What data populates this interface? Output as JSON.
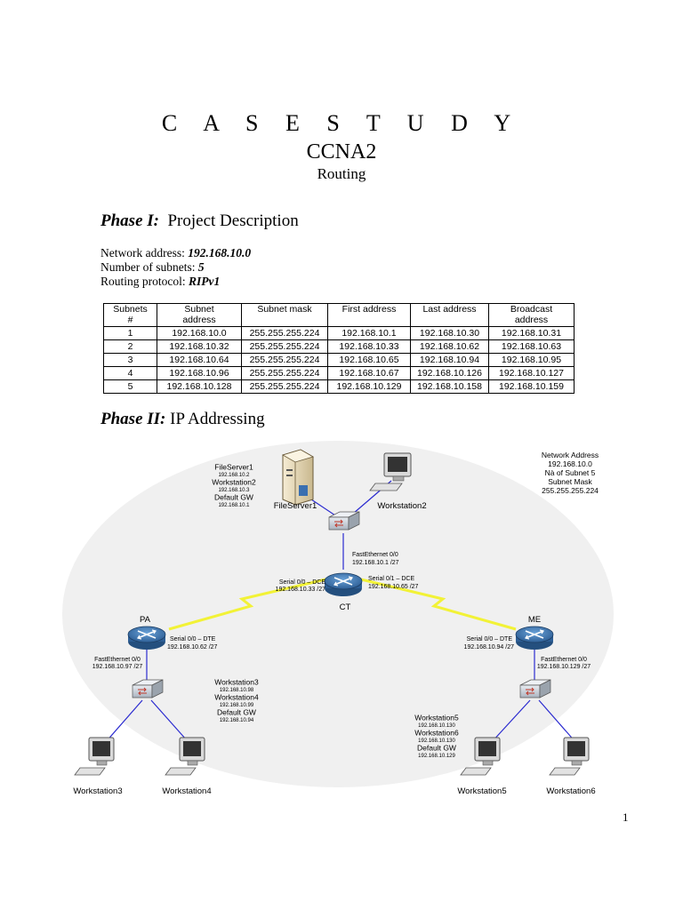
{
  "header": {
    "title": "C A S E  S T U D Y",
    "course": "CCNA2",
    "subtitle": "Routing"
  },
  "phase1": {
    "label": "Phase I:",
    "title": "Project Description",
    "network_label": "Network  address: ",
    "network_value": "192.168.10.0",
    "subnets_label": "Number of subnets: ",
    "subnets_value": "5",
    "protocol_label": "Routing protocol: ",
    "protocol_value": "RIPv1"
  },
  "table": {
    "headers": [
      "Subnets\n#",
      "Subnet\naddress",
      "Subnet mask",
      "First address",
      "Last address",
      "Broadcast\naddress"
    ],
    "rows": [
      [
        "1",
        "192.168.10.0",
        "255.255.255.224",
        "192.168.10.1",
        "192.168.10.30",
        "192.168.10.31"
      ],
      [
        "2",
        "192.168.10.32",
        "255.255.255.224",
        "192.168.10.33",
        "192.168.10.62",
        "192.168.10.63"
      ],
      [
        "3",
        "192.168.10.64",
        "255.255.255.224",
        "192.168.10.65",
        "192.168.10.94",
        "192.168.10.95"
      ],
      [
        "4",
        "192.168.10.96",
        "255.255.255.224",
        "192.168.10.67",
        "192.168.10.126",
        "192.168.10.127"
      ],
      [
        "5",
        "192.168.10.128",
        "255.255.255.224",
        "192.168.10.129",
        "192.168.10.158",
        "192.168.10.159"
      ]
    ]
  },
  "phase2": {
    "label": "Phase II:",
    "title": "IP Addressing"
  },
  "diagram": {
    "fs_info": [
      [
        "FileServer1",
        "b"
      ],
      [
        "192.168.10.2",
        "s"
      ],
      [
        "Workstation2",
        "b"
      ],
      [
        "192.168.10.3",
        "s"
      ],
      [
        "Default GW",
        "b"
      ],
      [
        "192.168.10.1",
        "s"
      ]
    ],
    "net_info": [
      [
        "Network Address",
        "b"
      ],
      [
        "192.168.10.0",
        "b"
      ],
      [
        "Nà of Subnet 5",
        "b"
      ],
      [
        "Subnet Mask",
        "b"
      ],
      [
        "255.255.255.224",
        "b"
      ]
    ],
    "pa_info": [
      [
        "Workstation3",
        "b"
      ],
      [
        "192.168.10.98",
        "s"
      ],
      [
        "Workstation4",
        "b"
      ],
      [
        "192.168.10.99",
        "s"
      ],
      [
        "Default GW",
        "b"
      ],
      [
        "192.168.10.94",
        "s"
      ]
    ],
    "me_info": [
      [
        "Workstation5",
        "b"
      ],
      [
        "192.168.10.130",
        "s"
      ],
      [
        "Workstation6",
        "b"
      ],
      [
        "192.168.10.130",
        "s"
      ],
      [
        "Default GW",
        "b"
      ],
      [
        "192.168.10.129",
        "s"
      ]
    ],
    "fileserver1": "FileServer1",
    "workstation2": "Workstation2",
    "ct_fe": "FastEthernet 0/0",
    "ct_fe_ip": "192.168.10.1 /27",
    "ct_s00": "Serial 0/0 – DCE",
    "ct_s00_ip": "192.168.10.33 /27",
    "ct_s01": "Serial 0/1 – DCE",
    "ct_s01_ip": "192.168.10.65 /27",
    "ct": "CT",
    "pa": "PA",
    "me": "ME",
    "pa_serial": "Serial 0/0 – DTE",
    "pa_serial_ip": "192.168.10.62 /27",
    "me_serial": "Serial 0/0 – DTE",
    "me_serial_ip": "192.168.10.94 /27",
    "pa_fe": "FastEthernet 0/0",
    "pa_fe_ip": "192.168.10.97 /27",
    "me_fe": "FastEthernet 0/0",
    "me_fe_ip": "192.168.10.129 /27",
    "workstation3": "Workstation3",
    "workstation4": "Workstation4",
    "workstation5": "Workstation5",
    "workstation6": "Workstation6",
    "colors": {
      "link": "#2a2ad0",
      "serial": "#f2f236",
      "router": "#3a78b8",
      "switch": "#c7cfd8"
    }
  },
  "page_number": "1"
}
